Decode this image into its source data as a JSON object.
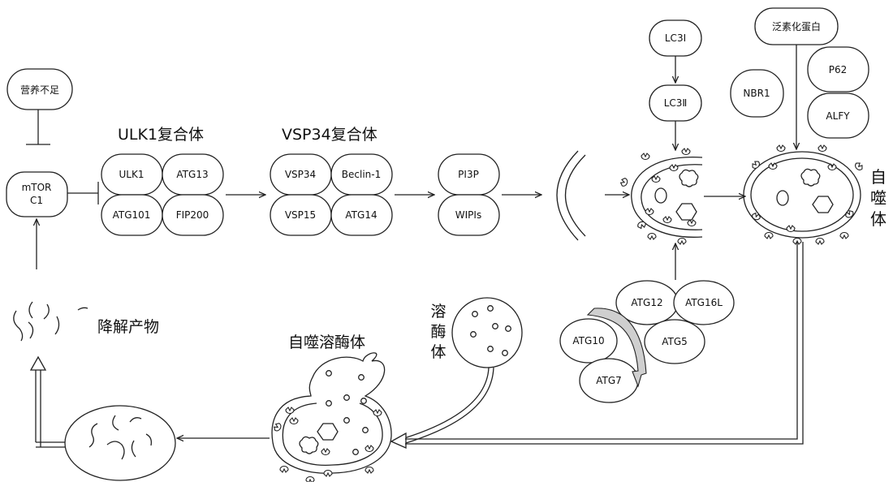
{
  "nodes": {
    "nutrient_shortage": "营养不足",
    "mtor_line1": "mTOR",
    "mtor_line2": "C1",
    "lc3_1": "LC3Ⅰ",
    "lc3_2": "LC3Ⅱ",
    "ubiquitin": "泛素化蛋白",
    "nbr1": "NBR1",
    "p62": "P62",
    "alfy": "ALFY"
  },
  "ulk1_complex": {
    "title": "ULK1复合体",
    "members": [
      "ULK1",
      "ATG13",
      "ATG101",
      "FIP200"
    ]
  },
  "vsp34_complex": {
    "title": "VSP34复合体",
    "members": [
      "VSP34",
      "Beclin-1",
      "VSP15",
      "ATG14"
    ]
  },
  "pi3p_group": [
    "PI3P",
    "WIPIs"
  ],
  "atg_conjugation": [
    "ATG12",
    "ATG16L",
    "ATG5",
    "ATG10",
    "ATG7"
  ],
  "labels": {
    "autophagosome": [
      "自",
      "噬",
      "体"
    ],
    "lysosome": [
      "溶",
      "酶",
      "体"
    ],
    "autolysosome": "自噬溶酶体",
    "degradation_products": "降解产物"
  }
}
